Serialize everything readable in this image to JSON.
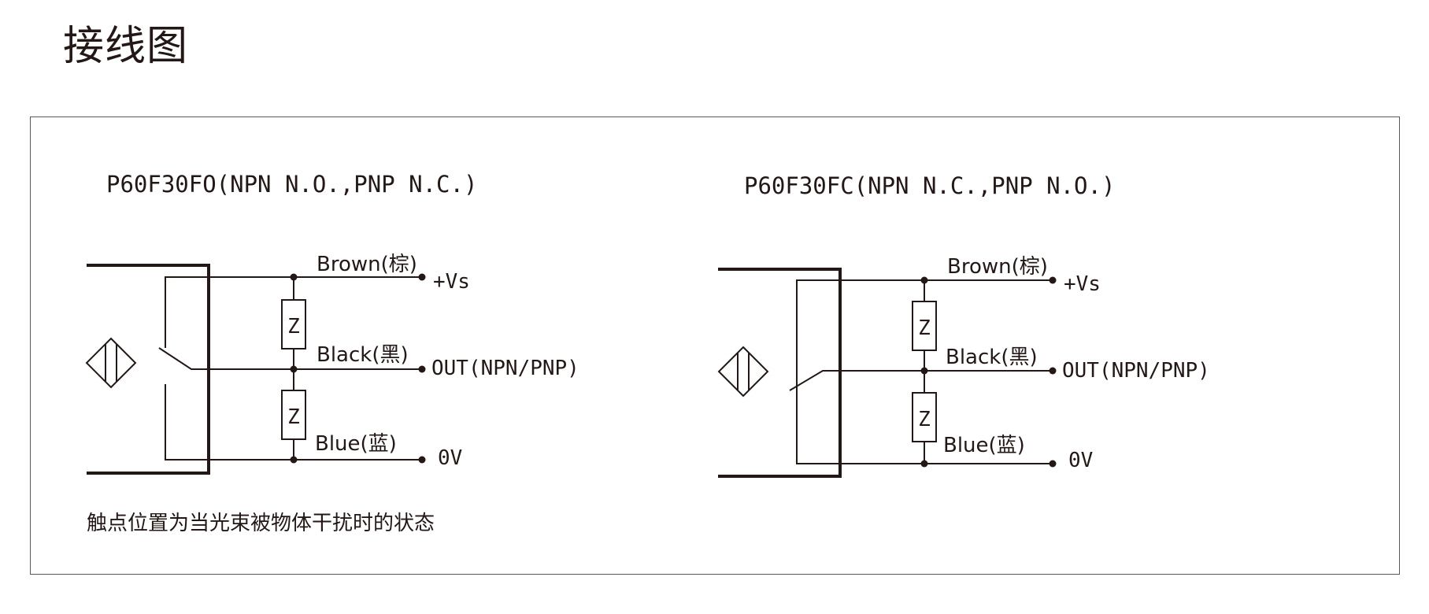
{
  "page": {
    "title": "接线图",
    "note": "触点位置为当光束被物体干扰时的状态"
  },
  "diagrams": [
    {
      "title": "P60F30FO(NPN N.O.,PNP N.C.)",
      "brown_label": "Brown(棕)",
      "black_label": "Black(黑)",
      "blue_label": "Blue(蓝)",
      "vs_label": "+Vs",
      "out_label": "OUT(NPN/PNP)",
      "ov_label": "0V",
      "load_label": "Z"
    },
    {
      "title": "P60F30FC(NPN N.C.,PNP N.O.)",
      "brown_label": "Brown(棕)",
      "black_label": "Black(黑)",
      "blue_label": "Blue(蓝)",
      "vs_label": "+Vs",
      "out_label": "OUT(NPN/PNP)",
      "ov_label": "0V",
      "load_label": "Z"
    }
  ]
}
